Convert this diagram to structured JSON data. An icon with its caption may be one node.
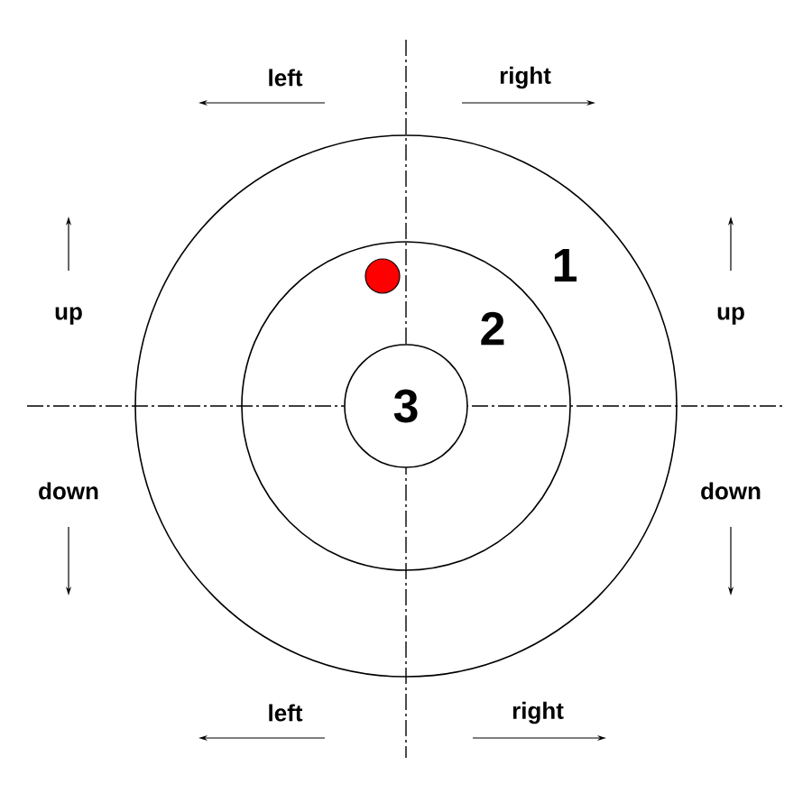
{
  "diagram": {
    "nodes": [
      {
        "text": [
          "1"
        ]
      },
      {
        "text": [
          "2"
        ],
        "in": 0
      },
      {
        "text": [
          "3"
        ],
        "in": 1
      }
    ],
    "edges": [],
    "labels": [
      "left",
      "right",
      "up",
      "up",
      "down",
      "down",
      "left",
      "right"
    ]
  }
}
